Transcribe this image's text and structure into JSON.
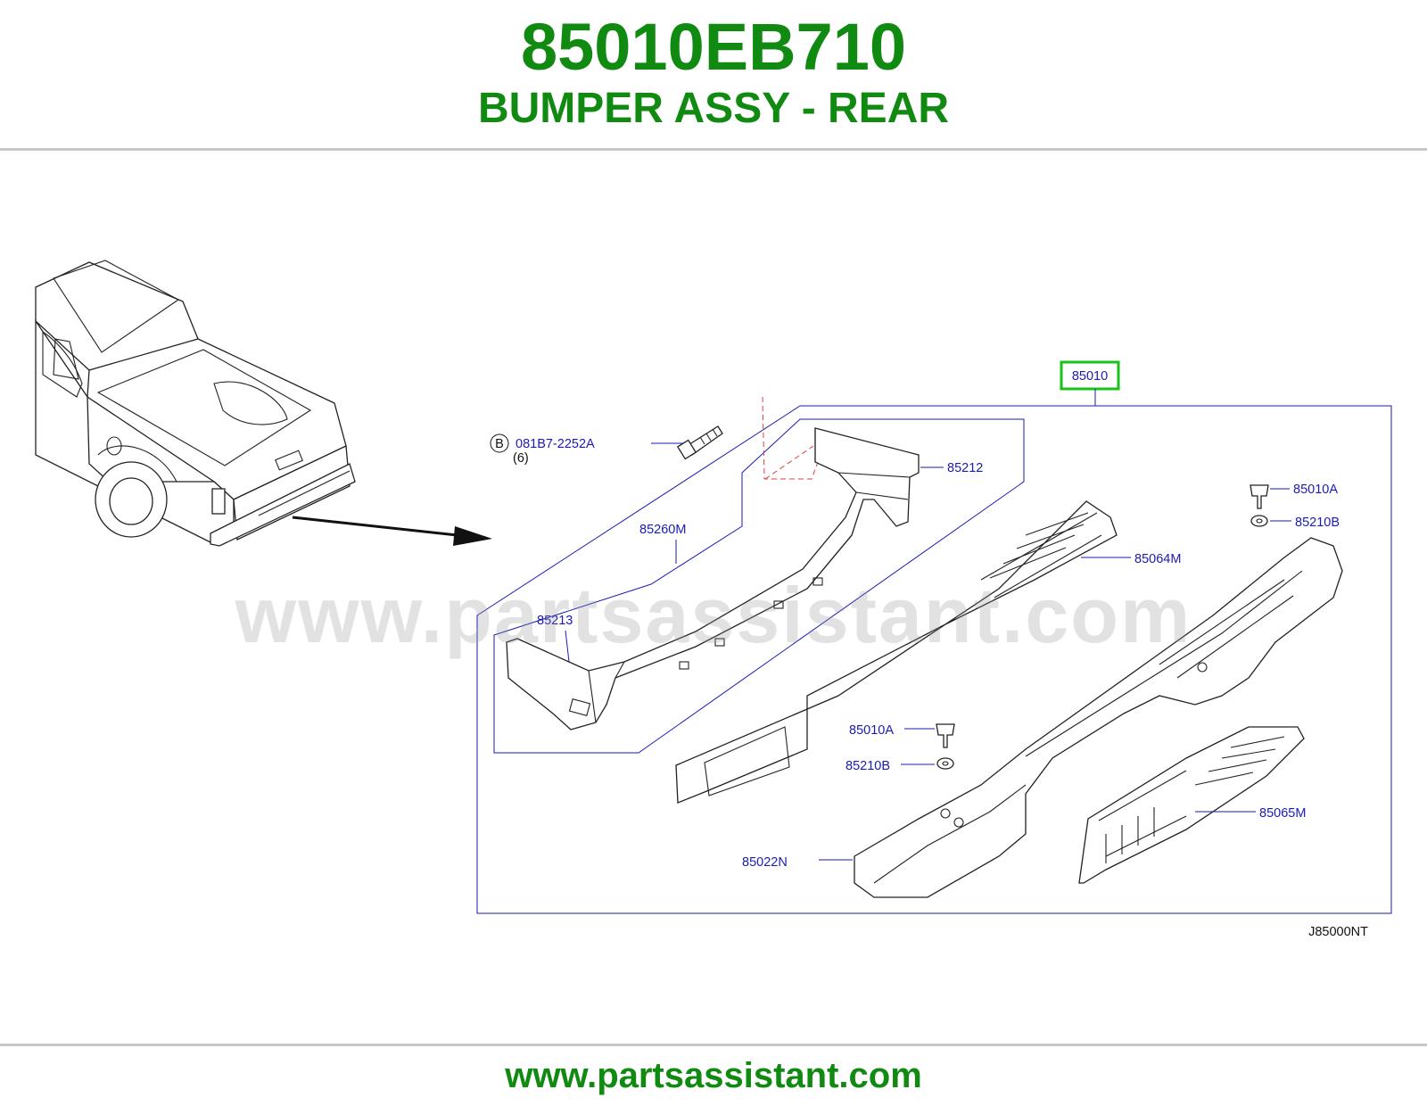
{
  "header": {
    "part_number": "85010EB710",
    "part_name": "BUMPER ASSY - REAR"
  },
  "diagram": {
    "callouts": {
      "assembly": "85010",
      "bolt": "081B7-2252A",
      "bolt_qty": "(6)",
      "bolt_circle": "B",
      "bracket_right": "85212",
      "stay": "85260M",
      "bracket_left": "85213",
      "step_pad_upper": "85064M",
      "clip_upper": "85010A",
      "nut_upper": "85210B",
      "clip_lower": "85010A",
      "nut_lower": "85210B",
      "bumper_face": "85022N",
      "step_pad_lower": "85065M"
    },
    "figure_code": "J85000NT",
    "highlight_color": "#19c219",
    "label_color": "#1a1ab8"
  },
  "watermark": "www.partsassistant.com",
  "footer": {
    "url": "www.partsassistant.com"
  }
}
